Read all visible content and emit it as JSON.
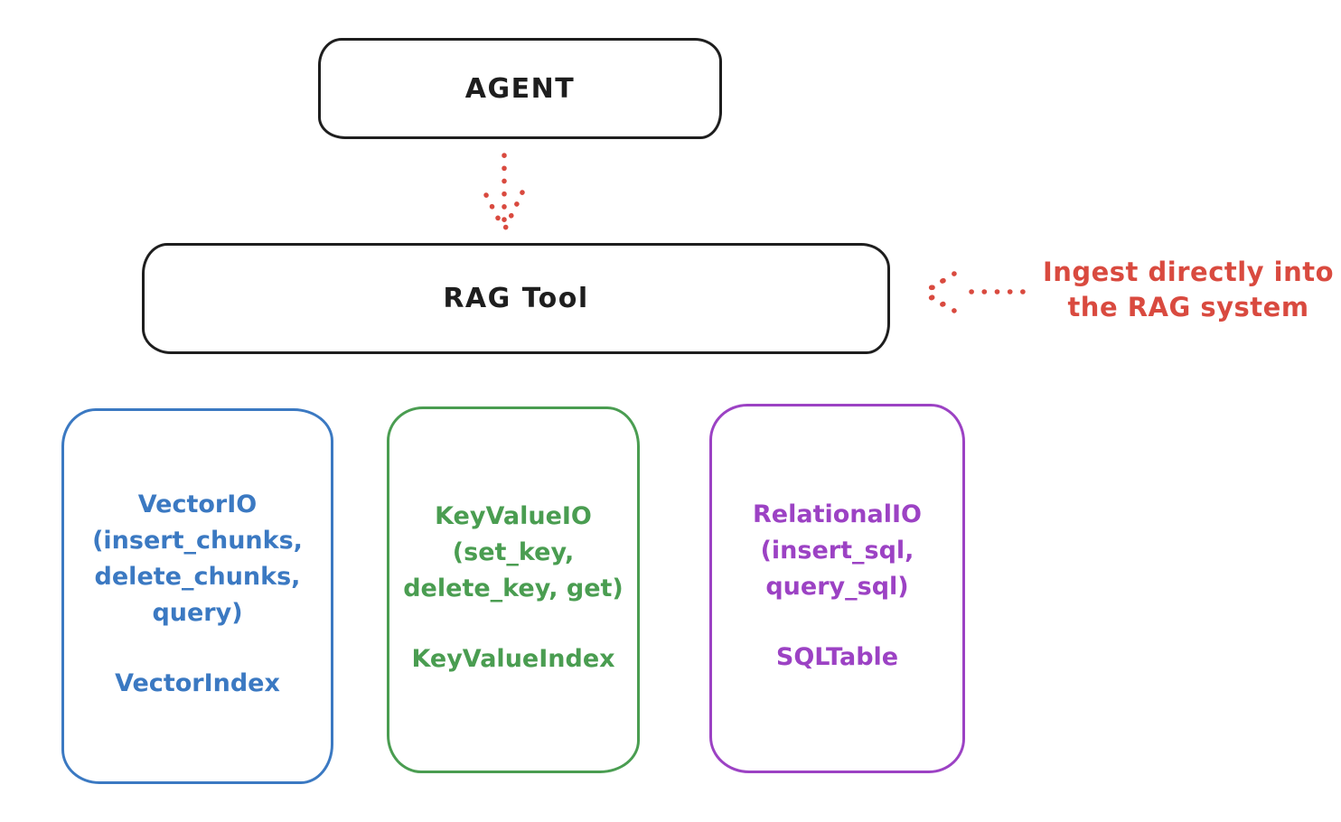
{
  "colors": {
    "ink": "#1e1e1e",
    "red": "#d94a3f",
    "blue": "#3b79c2",
    "green": "#4a9d51",
    "purple": "#9c42c4"
  },
  "nodes": {
    "agent": {
      "label": "AGENT"
    },
    "rag_tool": {
      "label": "RAG Tool"
    }
  },
  "arrows": {
    "agent_to_rag": "dotted-down-arrow",
    "ingest_into_rag": "dotted-left-arrow"
  },
  "annotation": {
    "line1": "Ingest directly into",
    "line2": "the RAG system"
  },
  "io_boxes": [
    {
      "id": "vector-io",
      "lines": [
        "VectorIO",
        "(insert_chunks,",
        "delete_chunks,",
        "query)"
      ],
      "footer": "VectorIndex",
      "color": "#3b79c2"
    },
    {
      "id": "keyvalue-io",
      "lines": [
        "KeyValueIO",
        "(set_key,",
        "delete_key, get)"
      ],
      "footer": "KeyValueIndex",
      "color": "#4a9d51"
    },
    {
      "id": "relational-io",
      "lines": [
        "RelationalIO",
        "(insert_sql,",
        "query_sql)"
      ],
      "footer": "SQLTable",
      "color": "#9c42c4"
    }
  ]
}
